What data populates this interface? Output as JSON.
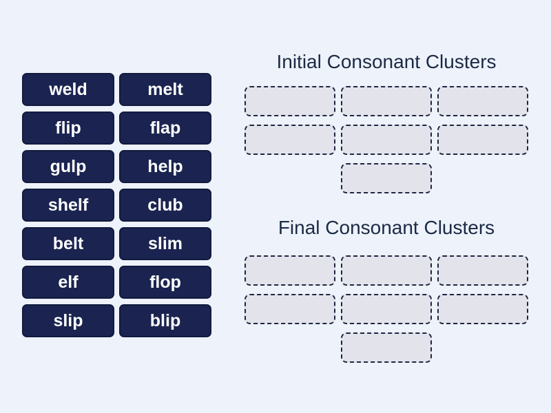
{
  "canvas": {
    "background_color": "#eef2fa"
  },
  "colors": {
    "tile_background": "#1b2450",
    "tile_border": "#111a3e",
    "tile_text": "#ffffff",
    "slot_background": "#e3e4eb",
    "slot_border": "#1c2541",
    "title_text": "#1b2a45"
  },
  "word_bank": {
    "words": [
      "weld",
      "melt",
      "flip",
      "flap",
      "gulp",
      "help",
      "shelf",
      "club",
      "belt",
      "slim",
      "elf",
      "flop",
      "slip",
      "blip"
    ]
  },
  "sections": [
    {
      "title": "Initial Consonant Clusters",
      "slot_count": 7,
      "slot_rows": [
        3,
        3,
        1
      ]
    },
    {
      "title": "Final Consonant Clusters",
      "slot_count": 7,
      "slot_rows": [
        3,
        3,
        1
      ]
    }
  ]
}
